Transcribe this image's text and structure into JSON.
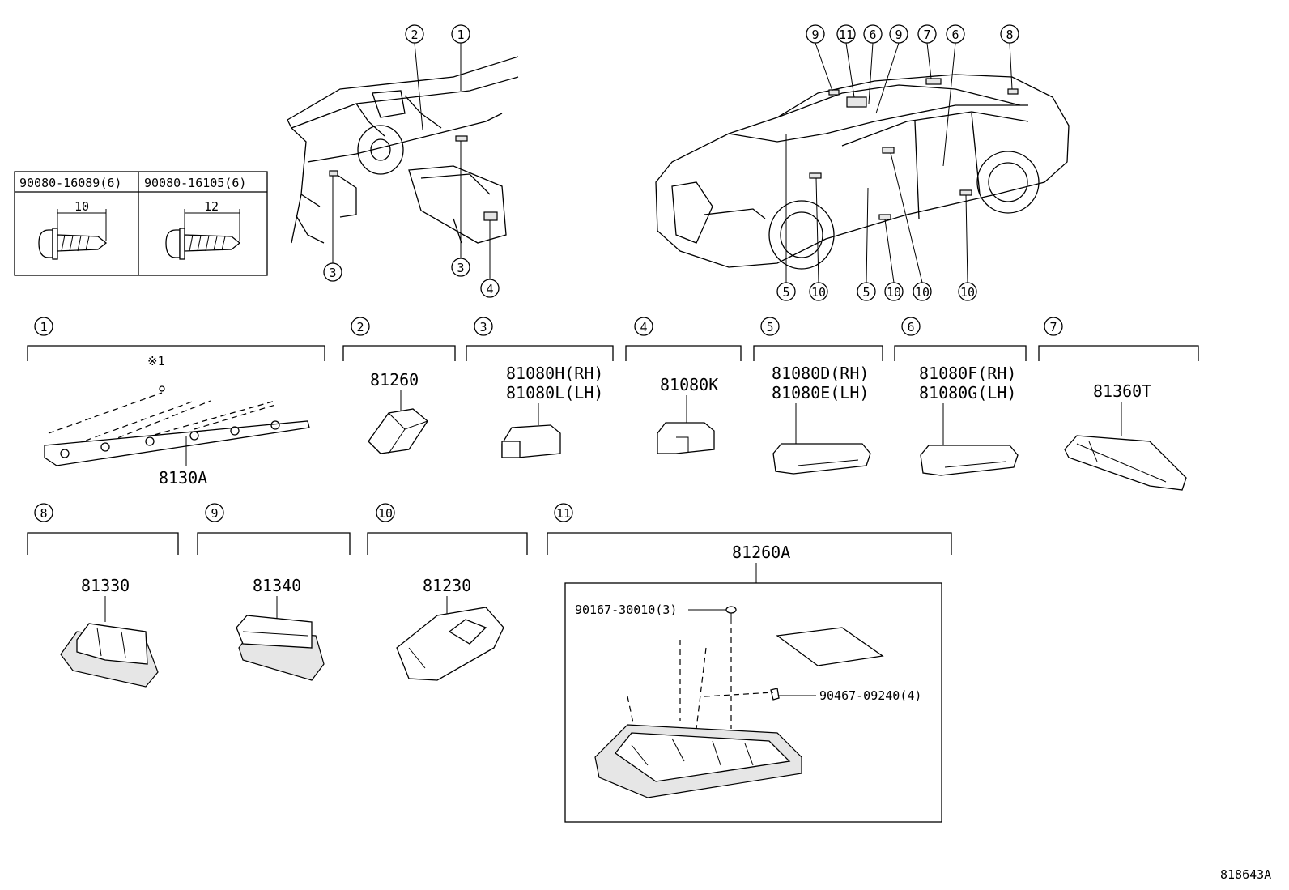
{
  "screws": {
    "left_part": "90080-16089(6)",
    "right_part": "90080-16105(6)",
    "left_length": "10",
    "right_length": "12"
  },
  "dash_callouts": [
    "2",
    "1",
    "3",
    "3",
    "4"
  ],
  "car_callouts": {
    "top": [
      "9",
      "11",
      "6",
      "9",
      "7",
      "6",
      "8"
    ],
    "bottom": [
      "5",
      "10",
      "5",
      "10",
      "10",
      "10"
    ]
  },
  "groups": [
    {
      "num": "1",
      "parts": [
        "8130A"
      ],
      "note": "※1"
    },
    {
      "num": "2",
      "parts": [
        "81260"
      ]
    },
    {
      "num": "3",
      "parts": [
        "81080H(RH)",
        "81080L(LH)"
      ]
    },
    {
      "num": "4",
      "parts": [
        "81080K"
      ]
    },
    {
      "num": "5",
      "parts": [
        "81080D(RH)",
        "81080E(LH)"
      ]
    },
    {
      "num": "6",
      "parts": [
        "81080F(RH)",
        "81080G(LH)"
      ]
    },
    {
      "num": "7",
      "parts": [
        "81360T"
      ]
    },
    {
      "num": "8",
      "parts": [
        "81330"
      ]
    },
    {
      "num": "9",
      "parts": [
        "81340"
      ]
    },
    {
      "num": "10",
      "parts": [
        "81230"
      ]
    },
    {
      "num": "11",
      "parts": [
        "81260A"
      ]
    }
  ],
  "assembly": {
    "screw": "90167-30010(3)",
    "clip": "90467-09240(4)"
  },
  "illustration_id": "818643A"
}
